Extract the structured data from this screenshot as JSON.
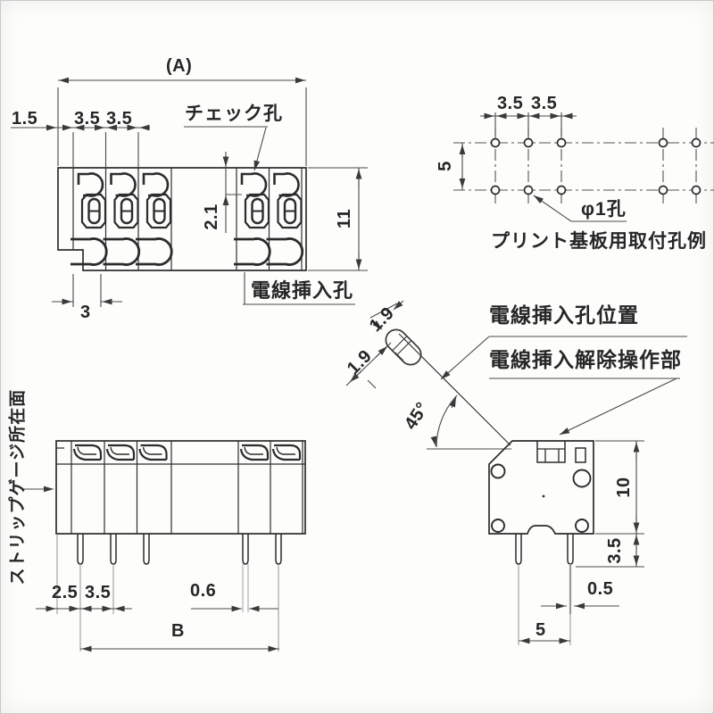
{
  "colors": {
    "line": "#2f2f2f",
    "dim_line": "#4a4a4a",
    "background": "#fdfdfc"
  },
  "top_view": {
    "dim_overall_width": "(A)",
    "dim_left_margin": "1.5",
    "dim_pitch_1": "3.5",
    "dim_pitch_2": "3.5",
    "label_check_hole": "チェック孔",
    "dim_check_hole_offset": "2.1",
    "dim_body_depth": "11",
    "dim_hole_width": "3",
    "label_wire_insertion_hole": "電線挿入孔"
  },
  "pcb_view": {
    "dim_pitch_1": "3.5",
    "dim_pitch_2": "3.5",
    "dim_row_spacing": "5",
    "label_hole_diameter": "φ1孔",
    "caption": "プリント基板用取付孔例"
  },
  "wire_detail": {
    "dim_hole_width_1": "1.9",
    "dim_hole_width_2": "1.9",
    "dim_angle": "45°",
    "label_hole_position": "電線挿入孔位置",
    "label_release_part": "電線挿入解除操作部"
  },
  "front_view": {
    "label_strip_gauge_face": "ストリップゲージ所在面",
    "dim_edge_to_pin": "2.5",
    "dim_pin_pitch": "3.5",
    "dim_pin_width": "0.6",
    "dim_pin_span": "B"
  },
  "side_view": {
    "dim_body_height": "10",
    "dim_pin_length": "3.5",
    "dim_pin_width": "0.5",
    "dim_pin_spacing": "5"
  }
}
